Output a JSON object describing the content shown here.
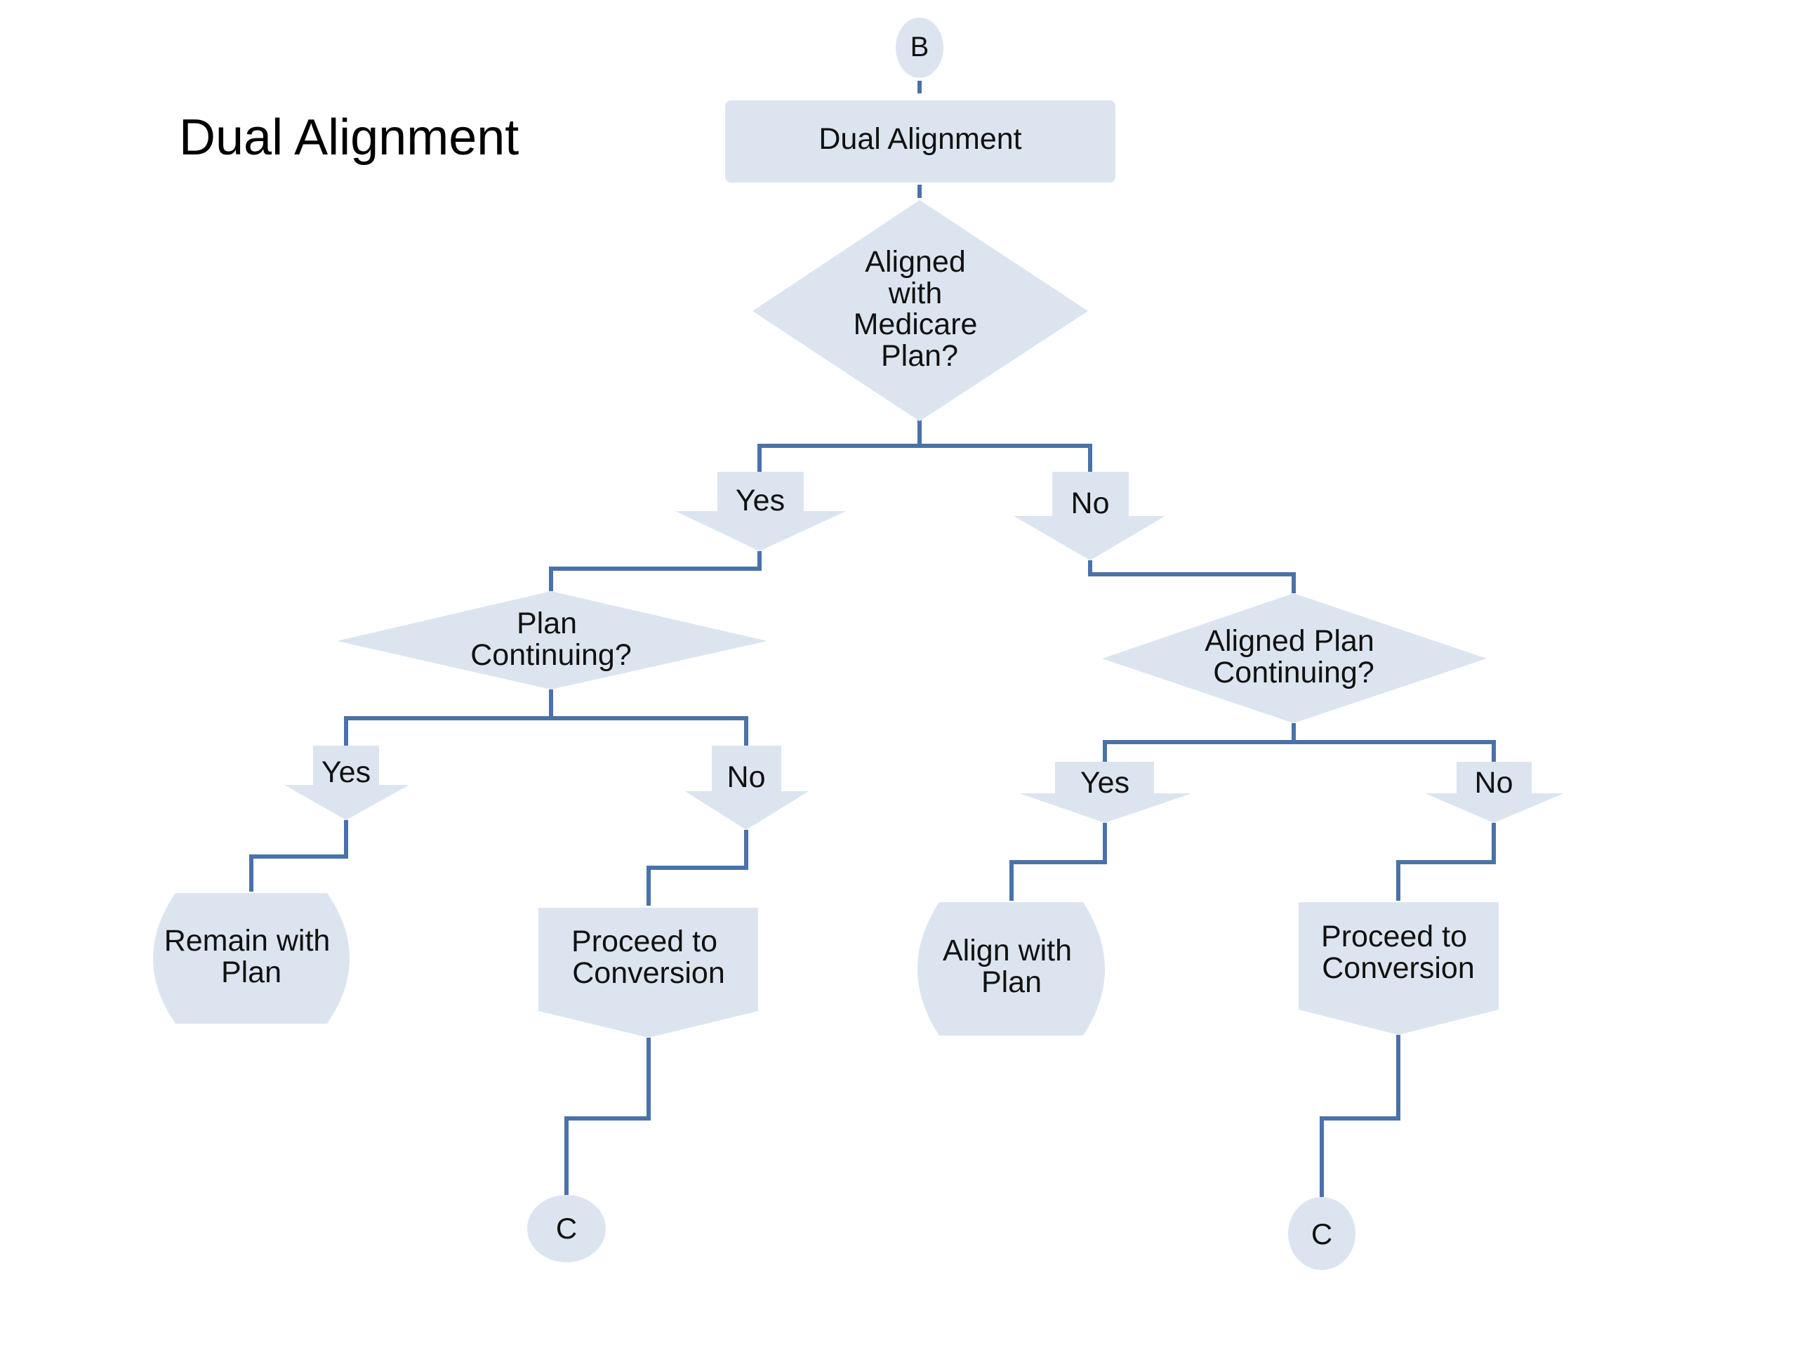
{
  "title": "Dual Alignment",
  "colors": {
    "shape_fill": "#dce5ef",
    "connector": "#4a72aa",
    "text": "#111111"
  },
  "nodes": {
    "connector_b": "B",
    "start_process": "Dual Alignment",
    "decision_medicare": [
      "Aligned",
      "with",
      "Medicare",
      "Plan?"
    ],
    "label_yes_1": "Yes",
    "label_no_1": "No",
    "decision_plan_continuing": [
      "Plan",
      "Continuing?"
    ],
    "decision_aligned_plan_continuing": [
      "Aligned Plan",
      "Continuing?"
    ],
    "label_yes_2": "Yes",
    "label_no_2": "No",
    "label_yes_3": "Yes",
    "label_no_3": "No",
    "terminal_remain": [
      "Remain with",
      "Plan"
    ],
    "process_conversion_left": [
      "Proceed to",
      "Conversion"
    ],
    "terminal_align": [
      "Align with",
      "Plan"
    ],
    "process_conversion_right": [
      "Proceed to",
      "Conversion"
    ],
    "connector_c_left": "C",
    "connector_c_right": "C"
  }
}
